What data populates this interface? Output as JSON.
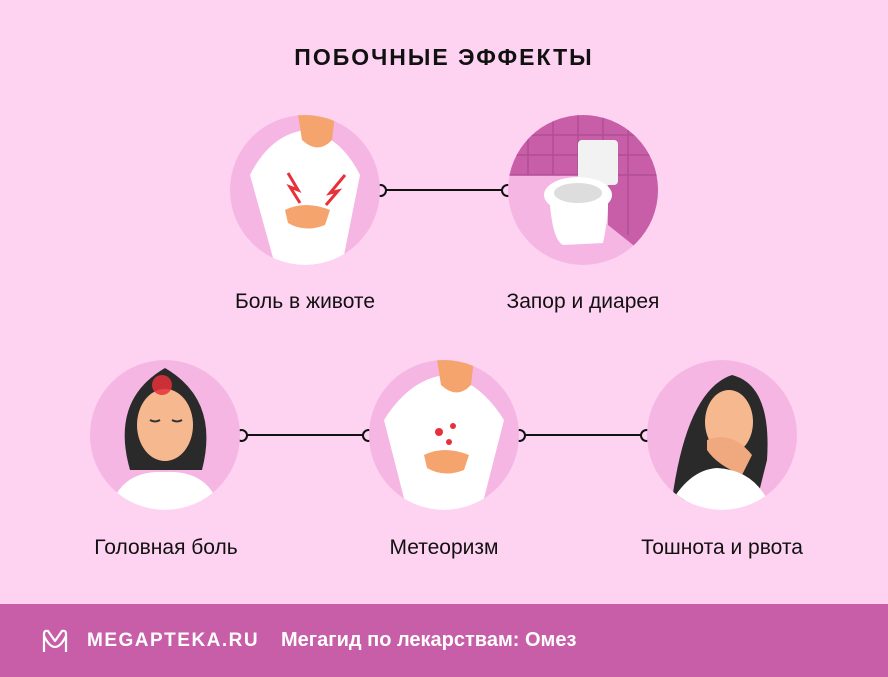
{
  "title": "ПОБОЧНЫЕ ЭФФЕКТЫ",
  "effects": [
    {
      "label": "Боль в животе",
      "icon": "stomach-pain-illustration"
    },
    {
      "label": "Запор и диарея",
      "icon": "toilet-illustration"
    },
    {
      "label": "Головная боль",
      "icon": "headache-illustration"
    },
    {
      "label": "Метеоризм",
      "icon": "bloating-illustration"
    },
    {
      "label": "Тошнота и рвота",
      "icon": "nausea-illustration"
    }
  ],
  "footer": {
    "brand": "MEGAPTEKA.RU",
    "subtitle": "Мегагид по лекарствам: Омез"
  },
  "colors": {
    "background": "#fdd3f1",
    "circle": "#f5b6e4",
    "footer": "#c85ea8",
    "accent_red": "#e8303a"
  }
}
